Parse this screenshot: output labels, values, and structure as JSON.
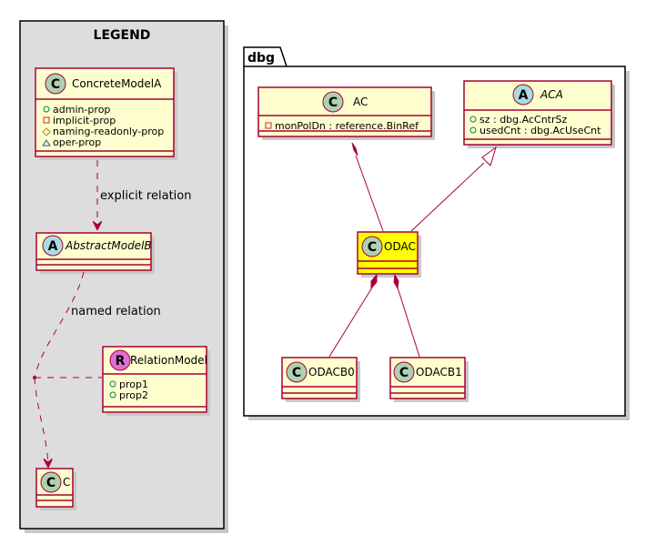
{
  "legend": {
    "title": "LEGEND",
    "concrete_model": {
      "stereo": "C",
      "name": "ConcreteModelA",
      "members": [
        "admin-prop",
        "implicit-prop",
        "naming-readonly-prop",
        "oper-prop"
      ]
    },
    "abstract_model": {
      "stereo": "A",
      "name": "AbstractModelB"
    },
    "relation_model": {
      "stereo": "R",
      "name": "RelationModel",
      "members": [
        "prop1",
        "prop2"
      ]
    },
    "c_model": {
      "stereo": "C",
      "name": "C"
    },
    "explicit_relation_label": "explicit relation",
    "named_relation_label": "named relation"
  },
  "package": {
    "name": "dbg",
    "ac": {
      "stereo": "C",
      "name": "AC",
      "members": [
        "monPolDn : reference.BinRef"
      ]
    },
    "aca": {
      "stereo": "A",
      "name": "ACA",
      "members": [
        "sz : dbg.AcCntrSz",
        "usedCnt : dbg.AcUseCnt"
      ]
    },
    "odac": {
      "stereo": "C",
      "name": "ODAC"
    },
    "odacb0": {
      "stereo": "C",
      "name": "ODACB0"
    },
    "odacb1": {
      "stereo": "C",
      "name": "ODACB1"
    }
  },
  "colors": {
    "class_fill": "#FEFECE",
    "border": "#A80036",
    "highlight_fill": "#FFFF00",
    "legend_bg": "#DDDDDD",
    "class_circle": "#ADD1B2",
    "abstract_circle": "#A9DCDF",
    "relation_circle": "#DA70D6"
  }
}
